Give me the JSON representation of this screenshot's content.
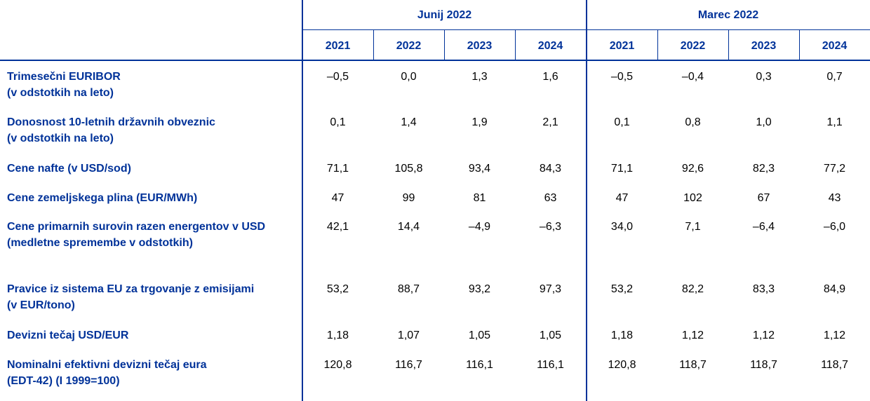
{
  "groups": [
    "Junij 2022",
    "Marec 2022"
  ],
  "years": [
    "2021",
    "2022",
    "2023",
    "2024",
    "2021",
    "2022",
    "2023",
    "2024"
  ],
  "rows": [
    {
      "label": "Trimesečni EURIBOR\n(v odstotkih na leto)",
      "values": [
        "–0,5",
        "0,0",
        "1,3",
        "1,6",
        "–0,5",
        "–0,4",
        "0,3",
        "0,7"
      ]
    },
    {
      "label": "Donosnost 10-letnih državnih obveznic\n(v odstotkih na leto)",
      "values": [
        "0,1",
        "1,4",
        "1,9",
        "2,1",
        "0,1",
        "0,8",
        "1,0",
        "1,1"
      ]
    },
    {
      "label": "Cene nafte (v USD/sod)",
      "values": [
        "71,1",
        "105,8",
        "93,4",
        "84,3",
        "71,1",
        "92,6",
        "82,3",
        "77,2"
      ]
    },
    {
      "label": "Cene zemeljskega plina (EUR/MWh)",
      "values": [
        "47",
        "99",
        "81",
        "63",
        "47",
        "102",
        "67",
        "43"
      ]
    },
    {
      "label": "Cene primarnih surovin razen energentov v USD\n(medletne spremembe v odstotkih)",
      "values": [
        "42,1",
        "14,4",
        "–4,9",
        "–6,3",
        "34,0",
        "7,1",
        "–6,4",
        "–6,0"
      ]
    },
    {
      "label": "Pravice iz sistema EU za trgovanje z emisijami\n(v EUR/tono)",
      "values": [
        "53,2",
        "88,7",
        "93,2",
        "97,3",
        "53,2",
        "82,2",
        "83,3",
        "84,9"
      ]
    },
    {
      "label": "Devizni tečaj USD/EUR",
      "values": [
        "1,18",
        "1,07",
        "1,05",
        "1,05",
        "1,18",
        "1,12",
        "1,12",
        "1,12"
      ]
    },
    {
      "label": "Nominalni efektivni devizni tečaj eura\n(EDT-42) (I 1999=100)",
      "values": [
        "120,8",
        "116,7",
        "116,1",
        "116,1",
        "120,8",
        "118,7",
        "118,7",
        "118,7"
      ]
    }
  ]
}
